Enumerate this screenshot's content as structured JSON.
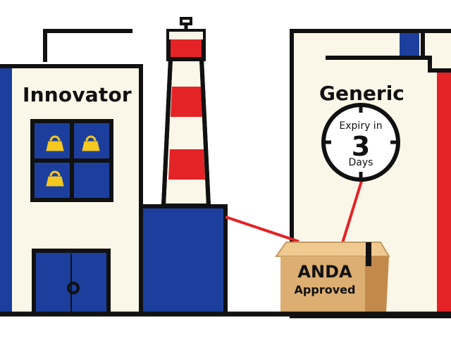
{
  "innovator": {
    "label": "Innovator"
  },
  "generic": {
    "label": "Generic"
  },
  "clock": {
    "line1": "Expiry in",
    "number": "3",
    "line2": "Days"
  },
  "box": {
    "line1": "ANDA",
    "line2": "Approved"
  },
  "colors": {
    "blue": "#1c3f9e",
    "red": "#e42326",
    "cream": "#fbf7e8",
    "cardboard": "#dcae72",
    "outline": "#111111"
  },
  "icons": [
    "padlock-icon",
    "clock-icon",
    "door-knob-icon"
  ]
}
